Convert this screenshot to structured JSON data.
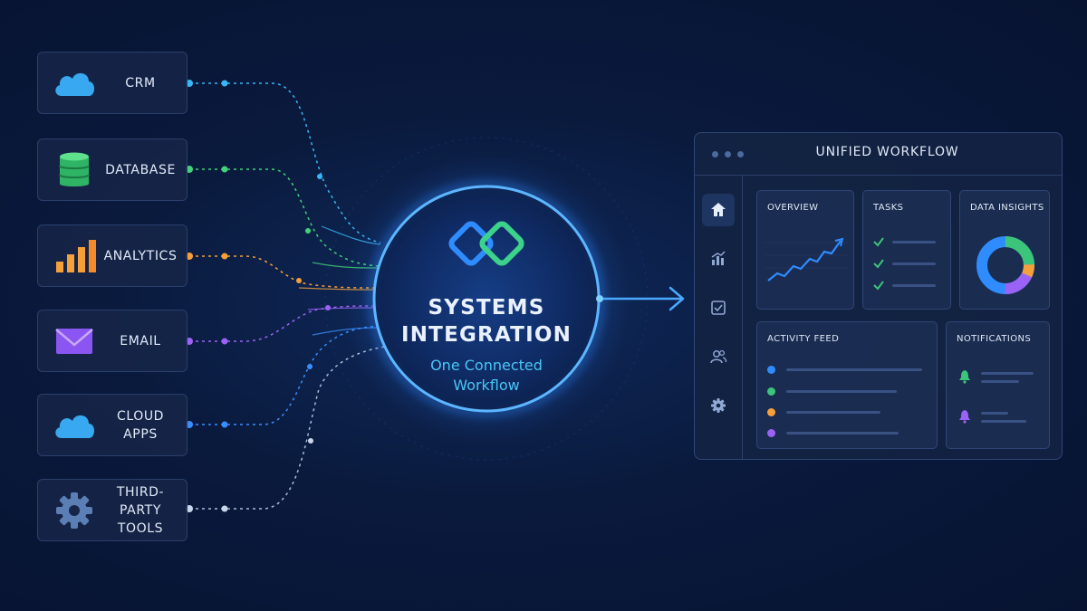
{
  "sources": [
    {
      "label": "CRM",
      "icon": "cloud-icon",
      "color": "#38b6f5"
    },
    {
      "label": "DATABASE",
      "icon": "database-icon",
      "color": "#43d17c"
    },
    {
      "label": "ANALYTICS",
      "icon": "bar-chart-icon",
      "color": "#f5a03a"
    },
    {
      "label": "EMAIL",
      "icon": "envelope-icon",
      "color": "#9b63f5"
    },
    {
      "label": "CLOUD APPS",
      "icon": "cloud-icon",
      "color": "#38b6f5"
    },
    {
      "label": "THIRD-PARTY TOOLS",
      "icon": "gear-icon",
      "color": "#5b7fb5"
    }
  ],
  "hub": {
    "title_line1": "SYSTEMS",
    "title_line2": "INTEGRATION",
    "subtitle_line1": "One Connected",
    "subtitle_line2": "Workflow",
    "icon": "linked-diamonds-icon",
    "ring_color": "#4aa8ff"
  },
  "dashboard": {
    "title": "UNIFIED WORKFLOW",
    "sidebar_icons": [
      "home-icon",
      "bar-chart-icon",
      "checkbox-icon",
      "users-icon",
      "gear-icon"
    ],
    "panels": {
      "overview": "OVERVIEW",
      "tasks": "TASKS",
      "data_insights": "DATA INSIGHTS",
      "activity_feed": "ACTIVITY FEED",
      "notifications": "NOTIFICATIONS"
    },
    "activity_dot_colors": [
      "#2f8cff",
      "#3cc47a",
      "#f5a03a",
      "#9b63f5"
    ],
    "notification_bell_colors": [
      "#3cc47a",
      "#9b63f5"
    ],
    "donut_colors": [
      "#3cc47a",
      "#f5a03a",
      "#9b63f5",
      "#2f8cff"
    ]
  }
}
